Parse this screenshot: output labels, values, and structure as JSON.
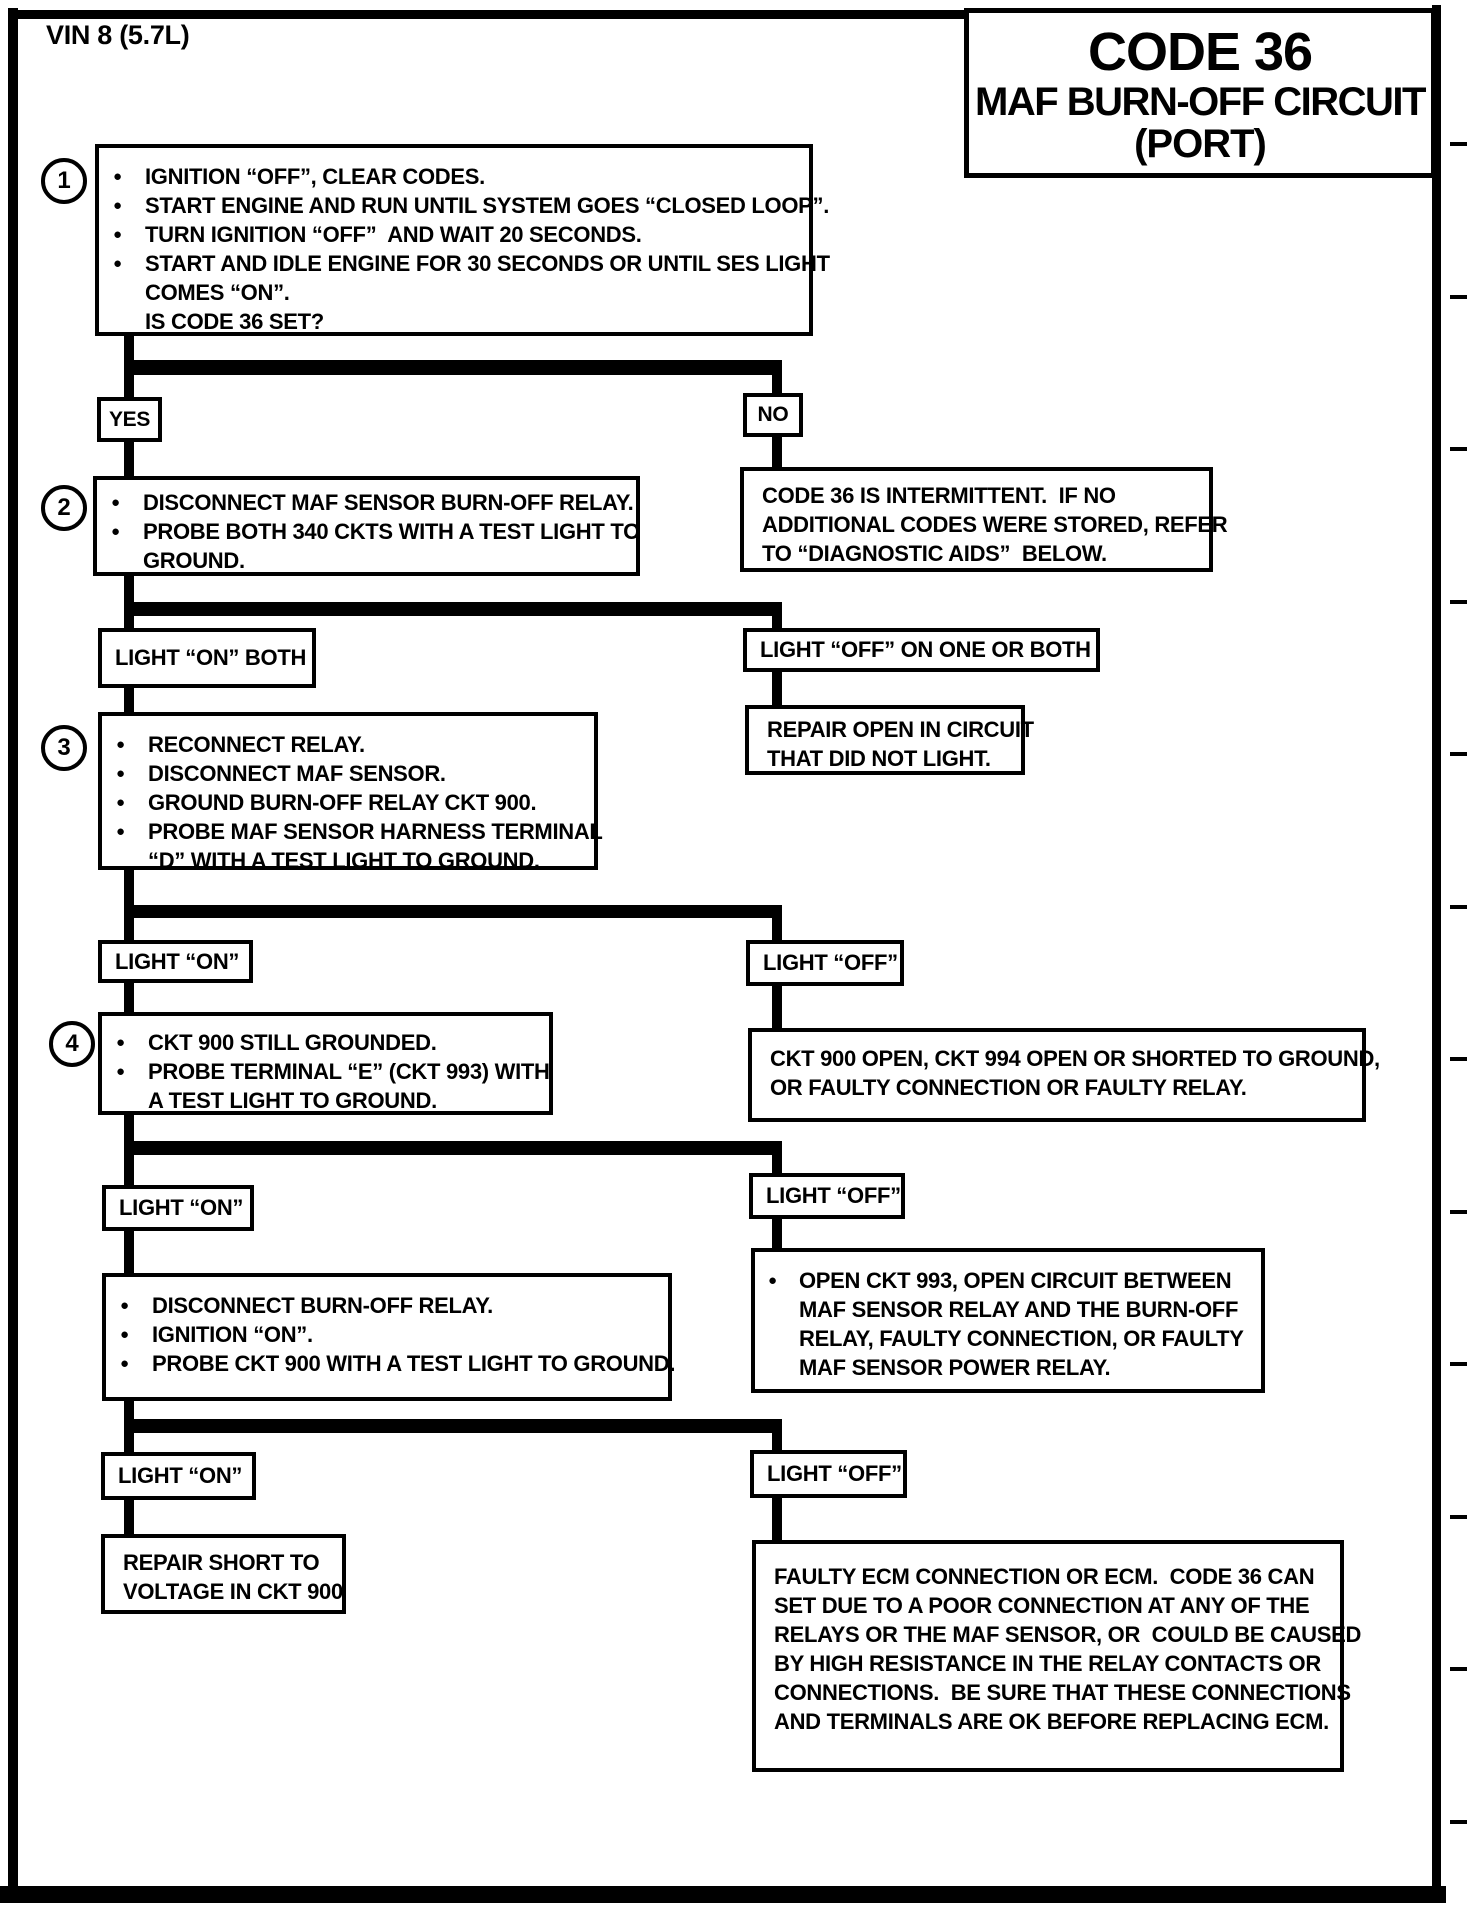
{
  "header": {
    "vin": "VIN 8 (5.7L)",
    "title1": "CODE 36",
    "title2": "MAF BURN-OFF CIRCUIT",
    "title3": "(PORT)"
  },
  "decisions": {
    "yes": "YES",
    "no": "NO",
    "light_on_both": "LIGHT “ON” BOTH",
    "light_off_one_or_both": "LIGHT “OFF” ON  ONE OR BOTH",
    "light_on": "LIGHT “ON”",
    "light_off": "LIGHT “OFF”"
  },
  "steps": {
    "step1": {
      "num": "1",
      "lines": [
        "IGNITION “OFF”, CLEAR CODES.",
        "START ENGINE AND RUN UNTIL SYSTEM GOES “CLOSED LOOP”.",
        "TURN IGNITION “OFF”  AND WAIT 20 SECONDS.",
        "START AND IDLE ENGINE FOR 30 SECONDS OR UNTIL SES LIGHT",
        "COMES “ON”.",
        "IS CODE 36 SET?"
      ]
    },
    "step2": {
      "num": "2",
      "lines": [
        "DISCONNECT MAF SENSOR BURN-OFF RELAY.",
        "PROBE BOTH 340 CKTS WITH A TEST LIGHT TO",
        "GROUND."
      ]
    },
    "step3": {
      "num": "3",
      "lines": [
        "RECONNECT RELAY.",
        "DISCONNECT MAF SENSOR.",
        "GROUND BURN-OFF RELAY CKT 900.",
        "PROBE MAF SENSOR HARNESS TERMINAL",
        "“D” WITH A TEST LIGHT TO GROUND."
      ]
    },
    "step4": {
      "num": "4",
      "lines": [
        "CKT 900 STILL GROUNDED.",
        "PROBE TERMINAL “E” (CKT 993) WITH",
        "A TEST LIGHT TO GROUND."
      ]
    },
    "step5": {
      "lines": [
        "DISCONNECT BURN-OFF RELAY.",
        "IGNITION “ON”.",
        "PROBE CKT 900 WITH A TEST LIGHT TO GROUND."
      ]
    }
  },
  "results": {
    "intermittent": {
      "lines": [
        "CODE 36 IS INTERMITTENT.  IF NO",
        "ADDITIONAL CODES WERE STORED, REFER",
        "TO “DIAGNOSTIC AIDS”  BELOW."
      ]
    },
    "repair_open": {
      "lines": [
        "REPAIR OPEN IN CIRCUIT",
        "THAT DID NOT LIGHT."
      ]
    },
    "ckt900_open": {
      "lines": [
        "CKT 900 OPEN, CKT 994 OPEN OR SHORTED TO GROUND,",
        "OR FAULTY CONNECTION OR FAULTY RELAY."
      ]
    },
    "open_ckt993": {
      "lines": [
        "OPEN CKT 993, OPEN CIRCUIT BETWEEN",
        "MAF SENSOR RELAY AND THE BURN-OFF",
        "RELAY, FAULTY CONNECTION, OR FAULTY",
        "MAF SENSOR POWER RELAY."
      ]
    },
    "repair_short": {
      "lines": [
        "REPAIR SHORT TO",
        "VOLTAGE IN CKT 900"
      ]
    },
    "faulty_ecm": {
      "lines": [
        "FAULTY ECM CONNECTION OR ECM.  CODE 36 CAN",
        "SET DUE TO A POOR CONNECTION AT ANY OF THE",
        "RELAYS OR THE MAF SENSOR, OR  COULD BE CAUSED",
        "BY HIGH RESISTANCE IN THE RELAY CONTACTS OR",
        "CONNECTIONS.  BE SURE THAT THESE CONNECTIONS",
        "AND TERMINALS ARE OK BEFORE REPLACING ECM."
      ]
    }
  }
}
